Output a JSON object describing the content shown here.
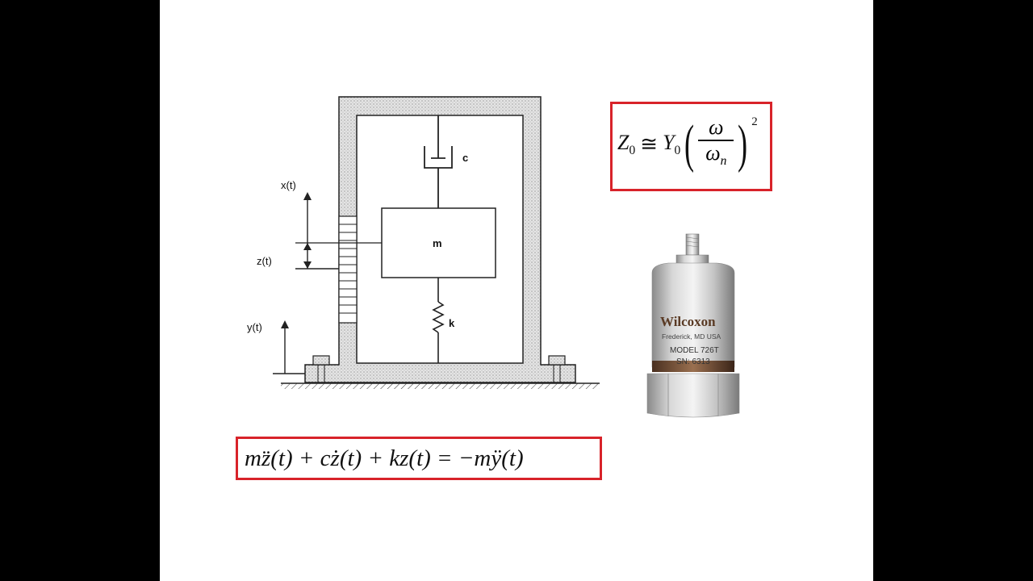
{
  "diagram": {
    "labels": {
      "damper": "c",
      "mass": "m",
      "spring": "k",
      "x_disp": "x(t)",
      "z_disp": "z(t)",
      "y_disp": "y(t)"
    }
  },
  "sensor": {
    "brand": "Wilcoxon",
    "location": "Frederick, MD USA",
    "model": "MODEL 726T",
    "serial": "SN: 6313"
  },
  "amplitude_equation": {
    "lhs": "Z",
    "lhs_sub": "0",
    "relation": "≅",
    "rhs": "Y",
    "rhs_sub": "0",
    "numerator": "ω",
    "denominator": "ω",
    "denominator_sub": "n",
    "exponent": "2"
  },
  "motion_equation": "mz̈(t) + cż(t) + kz(t) = −mÿ(t)",
  "colors": {
    "frame_fill": "#cfcfcf",
    "highlight_box": "#d8232a",
    "background": "#000000"
  }
}
